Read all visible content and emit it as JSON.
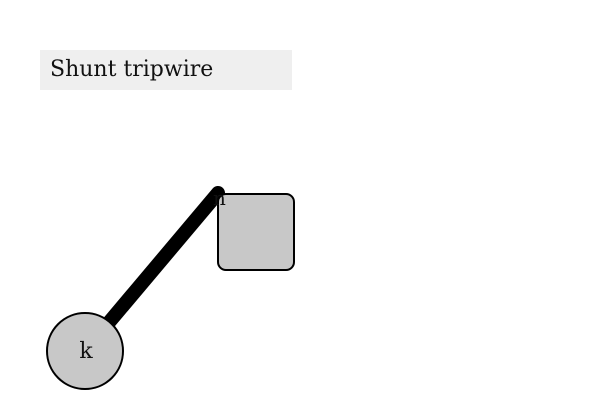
{
  "puzzle": {
    "title": "Shunt tripwire"
  },
  "nodes": {
    "circle_node": {
      "label": "k",
      "shape": "circle",
      "fill_color": "#c8c8c8"
    },
    "square_node": {
      "label": "n",
      "shape": "rounded-square",
      "fill_color": "#c8c8c8"
    }
  },
  "connector": {
    "from": "k",
    "to": "n",
    "color": "#000000"
  },
  "colors": {
    "background": "#ffffff",
    "title_background": "#efefef",
    "outline": "#000000"
  }
}
